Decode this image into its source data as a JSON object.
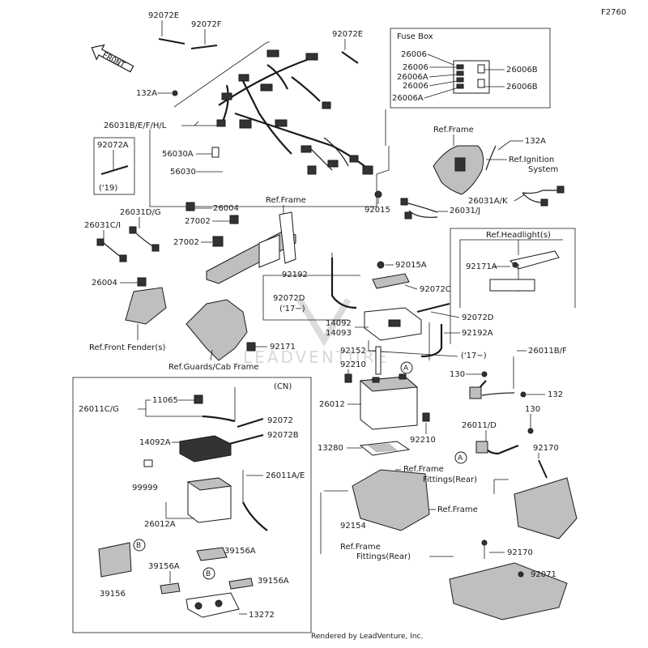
{
  "figure_id": "F2760",
  "front_label": "FRONT",
  "fuse_box": {
    "title": "Fuse Box",
    "left_labels": [
      "26006",
      "26006",
      "26006A",
      "26006",
      "26006A"
    ],
    "right_labels": [
      "26006B",
      "26006B"
    ]
  },
  "parts": [
    {
      "id": "p01",
      "text": "92072E"
    },
    {
      "id": "p02",
      "text": "92072F"
    },
    {
      "id": "p03",
      "text": "92072E"
    },
    {
      "id": "p04",
      "text": "132A"
    },
    {
      "id": "p05",
      "text": "26031B/E/F/H/L"
    },
    {
      "id": "p06",
      "text": "92072A"
    },
    {
      "id": "p07",
      "text": "('19)"
    },
    {
      "id": "p08",
      "text": "56030A"
    },
    {
      "id": "p09",
      "text": "56030"
    },
    {
      "id": "p10",
      "text": "26004"
    },
    {
      "id": "p11",
      "text": "Ref.Frame"
    },
    {
      "id": "p12",
      "text": "132A"
    },
    {
      "id": "p13",
      "text": "Ref.Ignition"
    },
    {
      "id": "p14",
      "text": "System"
    },
    {
      "id": "p15",
      "text": "Ref.Frame"
    },
    {
      "id": "p16",
      "text": "26031D/G"
    },
    {
      "id": "p17",
      "text": "27002"
    },
    {
      "id": "p18",
      "text": "26031C/I"
    },
    {
      "id": "p19",
      "text": "27002"
    },
    {
      "id": "p20",
      "text": "92015"
    },
    {
      "id": "p21",
      "text": "26031A/K"
    },
    {
      "id": "p22",
      "text": "26031/J"
    },
    {
      "id": "p23",
      "text": "Ref.Headlight(s)"
    },
    {
      "id": "p24",
      "text": "92192"
    },
    {
      "id": "p25",
      "text": "92015A"
    },
    {
      "id": "p26",
      "text": "92171A"
    },
    {
      "id": "p27",
      "text": "26004"
    },
    {
      "id": "p28",
      "text": "92072D"
    },
    {
      "id": "p29",
      "text": "('17~)"
    },
    {
      "id": "p30",
      "text": "92072C"
    },
    {
      "id": "p31",
      "text": "92072D"
    },
    {
      "id": "p32",
      "text": "14092"
    },
    {
      "id": "p33",
      "text": "14093"
    },
    {
      "id": "p34",
      "text": "92192A"
    },
    {
      "id": "p35",
      "text": "Ref.Front Fender(s)"
    },
    {
      "id": "p36",
      "text": "92152"
    },
    {
      "id": "p37",
      "text": "('17~)"
    },
    {
      "id": "p38",
      "text": "92171"
    },
    {
      "id": "p39",
      "text": "Ref.Guards/Cab Frame"
    },
    {
      "id": "p40",
      "text": "92210"
    },
    {
      "id": "p41",
      "text": "130"
    },
    {
      "id": "p42",
      "text": "26011B/F"
    },
    {
      "id": "p43",
      "text": "(CN)"
    },
    {
      "id": "p44",
      "text": "11065"
    },
    {
      "id": "p45",
      "text": "26011C/G"
    },
    {
      "id": "p46",
      "text": "26012"
    },
    {
      "id": "p47",
      "text": "132"
    },
    {
      "id": "p48",
      "text": "92072"
    },
    {
      "id": "p49",
      "text": "130"
    },
    {
      "id": "p50",
      "text": "92072B"
    },
    {
      "id": "p51",
      "text": "92210"
    },
    {
      "id": "p52",
      "text": "26011/D"
    },
    {
      "id": "p53",
      "text": "14092A"
    },
    {
      "id": "p54",
      "text": "13280"
    },
    {
      "id": "p55",
      "text": "92170"
    },
    {
      "id": "p56",
      "text": "Ref.Frame"
    },
    {
      "id": "p57",
      "text": "99999"
    },
    {
      "id": "p58",
      "text": "26011A/E"
    },
    {
      "id": "p59",
      "text": "Fittings(Rear)"
    },
    {
      "id": "p60",
      "text": "Ref.Frame"
    },
    {
      "id": "p61",
      "text": "26012A"
    },
    {
      "id": "p62",
      "text": "92154"
    },
    {
      "id": "p63",
      "text": "Ref.Frame"
    },
    {
      "id": "p64",
      "text": "Fittings(Rear)"
    },
    {
      "id": "p65",
      "text": "92170"
    },
    {
      "id": "p66",
      "text": "39156A"
    },
    {
      "id": "p67",
      "text": "92071"
    },
    {
      "id": "p68",
      "text": "39156A"
    },
    {
      "id": "p69",
      "text": "39156A"
    },
    {
      "id": "p70",
      "text": "39156"
    },
    {
      "id": "p71",
      "text": "13272"
    }
  ],
  "callouts": [
    {
      "id": "cA1",
      "text": "A"
    },
    {
      "id": "cA2",
      "text": "A"
    },
    {
      "id": "cB1",
      "text": "B"
    },
    {
      "id": "cB2",
      "text": "B"
    }
  ],
  "watermark": "LEADVENTURE",
  "footer": "Rendered by LeadVenture, Inc."
}
